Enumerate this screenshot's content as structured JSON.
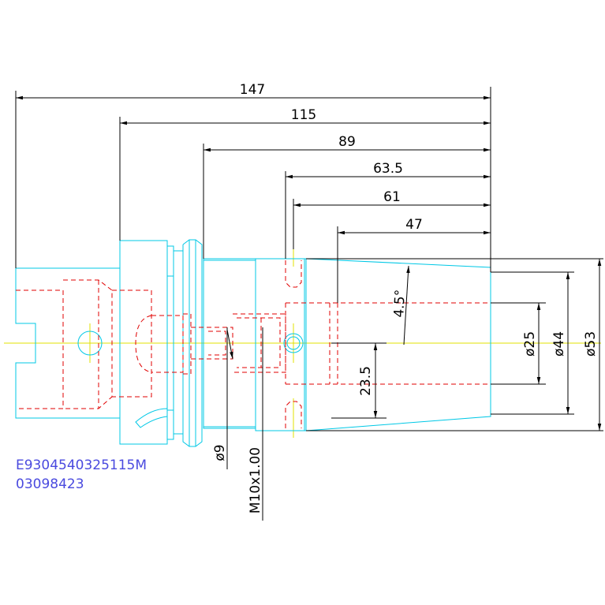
{
  "drawing": {
    "colors": {
      "outline": "#00c8e6",
      "hidden": "#e00000",
      "center": "#e0e000",
      "dimension": "#000000",
      "text": "#4a4adf"
    },
    "dimensions": {
      "overall_length": "147",
      "d115": "115",
      "d89": "89",
      "d63_5": "63.5",
      "d61": "61",
      "d47": "47",
      "taper_angle": "4.5°",
      "offset": "23.5",
      "dia25": "ø25",
      "dia44": "ø44",
      "dia53": "ø53",
      "dia9": "ø9",
      "thread": "M10x1.00"
    },
    "part_number": "E9304540325115M",
    "code": "03098423"
  }
}
